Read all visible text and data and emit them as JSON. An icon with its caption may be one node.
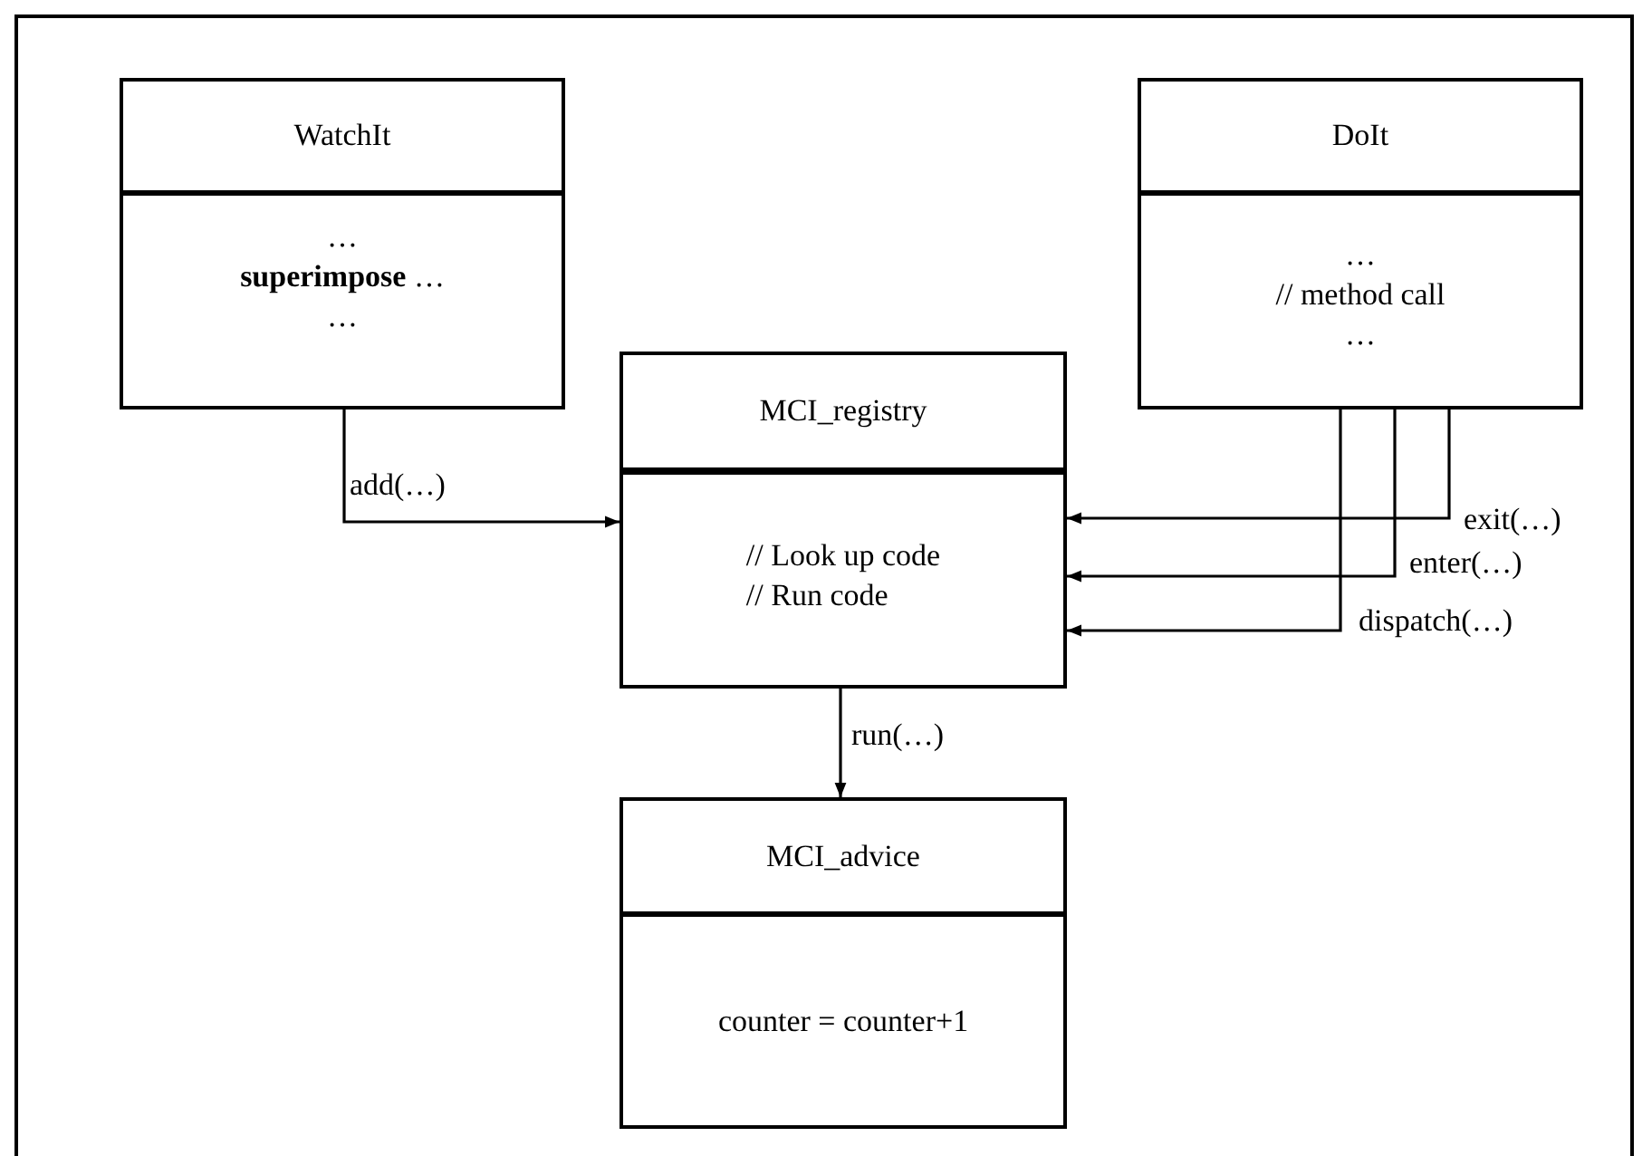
{
  "diagram": {
    "nodes": [
      {
        "text": [
          "WatchIt",
          "…",
          "**superimpose** …",
          "…"
        ]
      },
      {
        "text": [
          "DoIt",
          "…",
          "// method call",
          "…"
        ]
      },
      {
        "text": [
          "MCI_registry",
          "// Look up code",
          "// Run code"
        ]
      },
      {
        "text": [
          "MCI_advice",
          "counter = counter+1"
        ]
      }
    ],
    "edges": [
      {
        "from": 0,
        "to": 2,
        "arrow": "to",
        "label": "add(…)"
      },
      {
        "from": 1,
        "to": 2,
        "arrow": "to",
        "label": "exit(…)"
      },
      {
        "from": 1,
        "to": 2,
        "arrow": "to",
        "label": "enter(…)"
      },
      {
        "from": 1,
        "to": 2,
        "arrow": "to",
        "label": "dispatch(…)"
      },
      {
        "from": 2,
        "to": 3,
        "arrow": "to",
        "label": "run(…)"
      }
    ]
  }
}
